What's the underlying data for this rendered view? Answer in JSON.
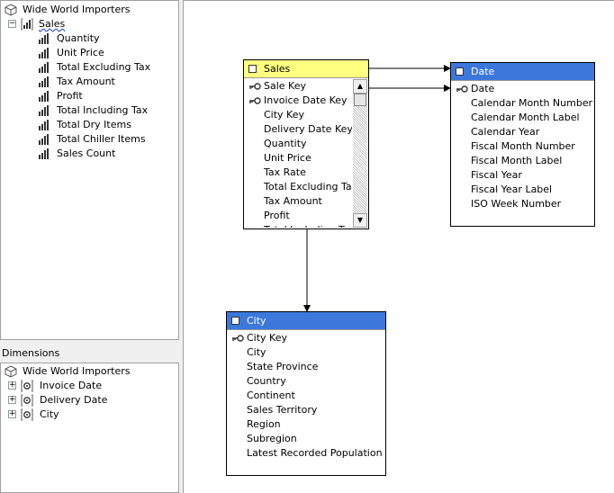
{
  "colors": {
    "fact_header": "#ffff80",
    "dim_header": "#3c78dc",
    "dim_header_text": "#ffffff",
    "line": "#000000"
  },
  "measures_tree": {
    "cube_name": "Wide World Importers",
    "measure_group": "Sales",
    "measures": [
      "Quantity",
      "Unit Price",
      "Total Excluding Tax",
      "Tax Amount",
      "Profit",
      "Total Including Tax",
      "Total Dry Items",
      "Total Chiller Items",
      "Sales Count"
    ]
  },
  "dimensions_panel": {
    "header": "Dimensions",
    "cube_name": "Wide World Importers",
    "dimensions": [
      "Invoice Date",
      "Delivery Date",
      "City"
    ]
  },
  "tables": {
    "sales": {
      "name": "Sales",
      "columns": [
        {
          "name": "Sale Key",
          "key": true
        },
        {
          "name": "Invoice Date Key",
          "key": true
        },
        {
          "name": "City Key",
          "key": false
        },
        {
          "name": "Delivery Date Key",
          "key": false
        },
        {
          "name": "Quantity",
          "key": false
        },
        {
          "name": "Unit Price",
          "key": false
        },
        {
          "name": "Tax Rate",
          "key": false
        },
        {
          "name": "Total Excluding Tax",
          "key": false
        },
        {
          "name": "Tax Amount",
          "key": false
        },
        {
          "name": "Profit",
          "key": false
        },
        {
          "name": "Total Including Tax",
          "key": false
        }
      ]
    },
    "date": {
      "name": "Date",
      "columns": [
        {
          "name": "Date",
          "key": true
        },
        {
          "name": "Calendar Month Number",
          "key": false
        },
        {
          "name": "Calendar Month Label",
          "key": false
        },
        {
          "name": "Calendar Year",
          "key": false
        },
        {
          "name": "Fiscal Month Number",
          "key": false
        },
        {
          "name": "Fiscal Month Label",
          "key": false
        },
        {
          "name": "Fiscal Year",
          "key": false
        },
        {
          "name": "Fiscal Year Label",
          "key": false
        },
        {
          "name": "ISO Week Number",
          "key": false
        }
      ]
    },
    "city": {
      "name": "City",
      "columns": [
        {
          "name": "City Key",
          "key": true
        },
        {
          "name": "City",
          "key": false
        },
        {
          "name": "State Province",
          "key": false
        },
        {
          "name": "Country",
          "key": false
        },
        {
          "name": "Continent",
          "key": false
        },
        {
          "name": "Sales Territory",
          "key": false
        },
        {
          "name": "Region",
          "key": false
        },
        {
          "name": "Subregion",
          "key": false
        },
        {
          "name": "Latest Recorded Population",
          "key": false
        }
      ]
    }
  }
}
